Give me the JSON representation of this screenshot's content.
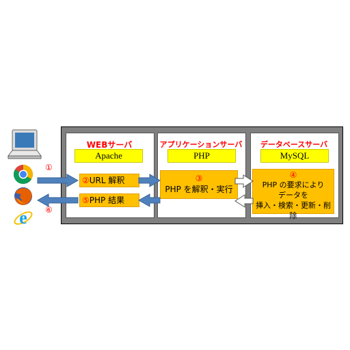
{
  "servers": {
    "web": {
      "title": "WEBサーバ",
      "software": "Apache",
      "step2": {
        "num": "②",
        "text": "URL 解釈"
      },
      "step5": {
        "num": "⑤",
        "text": "PHP 結果"
      }
    },
    "app": {
      "title": "アプリケーションサーバ",
      "software": "PHP",
      "step3": {
        "num": "③",
        "text": "PHP を解釈・実行"
      }
    },
    "db": {
      "title": "データベースサーバ",
      "software": "MySQL",
      "step4": {
        "num": "④",
        "line1": "PHP の要求により",
        "line2": "データを",
        "line3": "挿入・検索・更新・削除"
      }
    }
  },
  "client_steps": {
    "step1": "①",
    "step6": "⑥"
  },
  "icons": [
    "laptop-icon",
    "chrome-icon",
    "firefox-icon",
    "ie-icon"
  ],
  "colors": {
    "title": "#ff0000",
    "software_box": "#ffff00",
    "process_box": "#ffc000",
    "arrow_blue": "#4f81bd",
    "arrow_white": "#ffffff",
    "frame": "#808080"
  }
}
